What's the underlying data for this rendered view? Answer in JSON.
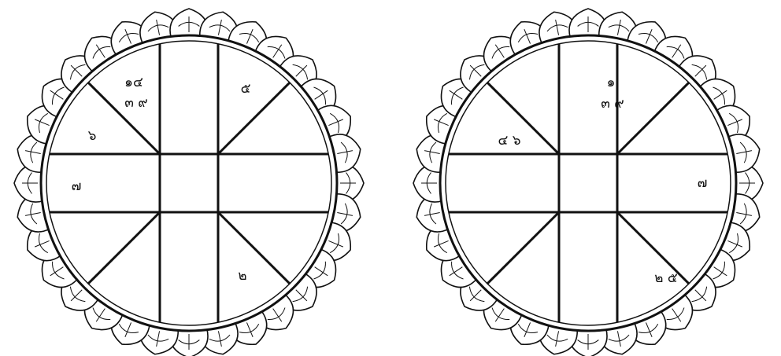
{
  "colors": {
    "line": "#111111",
    "petal_fill": "#ffffff",
    "background": "#ffffff"
  },
  "charts": [
    {
      "name": "left-chart",
      "houses": [
        {
          "id": "top-left",
          "lines": [
            "๑๔",
            "๓ ๙"
          ]
        },
        {
          "id": "upper-left",
          "lines": [
            "๖"
          ]
        },
        {
          "id": "top-right",
          "lines": [
            "๕"
          ]
        },
        {
          "id": "left",
          "lines": [
            "๗"
          ]
        },
        {
          "id": "bottom-right",
          "lines": [
            "๒"
          ]
        }
      ]
    },
    {
      "name": "right-chart",
      "houses": [
        {
          "id": "top-center",
          "lines": [
            "๑",
            "๓ ๙"
          ]
        },
        {
          "id": "upper-left",
          "lines": [
            "๔ ๖"
          ]
        },
        {
          "id": "right",
          "lines": [
            "๗"
          ]
        },
        {
          "id": "bottom-right",
          "lines": [
            "๒ ๕"
          ]
        }
      ]
    }
  ]
}
